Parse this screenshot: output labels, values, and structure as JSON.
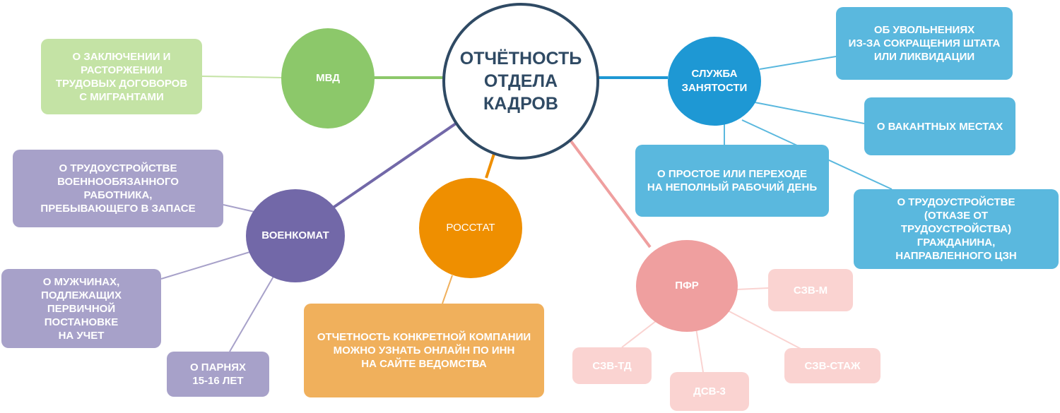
{
  "center": {
    "label": "ОТЧЁТНОСТЬ\nОТДЕЛА\nКАДРОВ"
  },
  "mvd": {
    "label": "МВД",
    "items": [
      "О ЗАКЛЮЧЕНИИ И\nРАСТОРЖЕНИИ\nТРУДОВЫХ ДОГОВОРОВ\nС МИГРАНТАМИ"
    ],
    "color": "#8cc86a"
  },
  "voenkomat": {
    "label": "ВОЕНКОМАТ",
    "items": [
      "О ТРУДОУСТРОЙСТВЕ\nВОЕННООБЯЗАННОГО\nРАБОТНИКА,\nПРЕБЫВАЮЩЕГО В ЗАПАСЕ",
      "О МУЖЧИНАХ,\nПОДЛЕЖАЩИХ\nПЕРВИЧНОЙ\nПОСТАНОВКЕ\nНА УЧЕТ",
      "О ПАРНЯХ\n15-16 ЛЕТ"
    ],
    "color": "#7268a8"
  },
  "rosstat": {
    "label": "РОССТАТ",
    "items": [
      "ОТЧЕТНОСТЬ КОНКРЕТНОЙ КОМПАНИИ\nМОЖНО УЗНАТЬ ОНЛАЙН ПО ИНН\nНА САЙТЕ ВЕДОМСТВА"
    ],
    "color": "#ef8f00"
  },
  "employment": {
    "label": "СЛУЖБА\nЗАНЯТОСТИ",
    "items": [
      "ОБ УВОЛЬНЕНИЯХ\nИЗ-ЗА СОКРАЩЕНИЯ ШТАТА\nИЛИ ЛИКВИДАЦИИ",
      "О ВАКАНТНЫХ МЕСТАХ",
      "О ПРОСТОЕ ИЛИ ПЕРЕХОДЕ\nНА НЕПОЛНЫЙ РАБОЧИЙ ДЕНЬ",
      "О ТРУДОУСТРОЙСТВЕ\n(ОТКАЗЕ ОТ\nТРУДОУСТРОЙСТВА)\nГРАЖДАНИНА,\nНАПРАВЛЕННОГО ЦЗН"
    ],
    "color": "#1e98d4"
  },
  "pfr": {
    "label": "ПФР",
    "items": [
      "СЗВ-М",
      "СЗВ-СТАЖ",
      "ДСВ-3",
      "СЗВ-ТД"
    ],
    "color": "#ef9f9f"
  }
}
